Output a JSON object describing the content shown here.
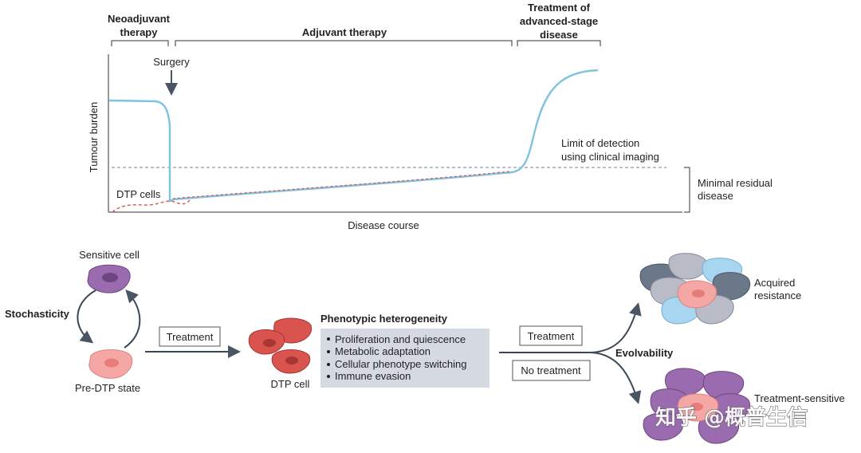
{
  "timeline": {
    "neoadjuvant": [
      "Neoadjuvant",
      "therapy"
    ],
    "adjuvant": "Adjuvant therapy",
    "advanced": [
      "Treatment of",
      "advanced-stage",
      "disease"
    ],
    "surgery": "Surgery",
    "y_axis": "Tumour burden",
    "x_axis": "Disease course",
    "dtp_cells": "DTP cells",
    "detection": [
      "Limit of detection",
      "using clinical imaging"
    ],
    "mrd": [
      "Minimal residual",
      "disease"
    ]
  },
  "bottom": {
    "sensitive_cell": "Sensitive cell",
    "stochasticity": "Stochasticity",
    "pre_dtp": "Pre-DTP state",
    "treatment_box": "Treatment",
    "dtp_cell": "DTP cell",
    "heterogeneity_title": "Phenotypic heterogeneity",
    "heterogeneity_items": [
      "Proliferation and quiescence",
      "Metabolic adaptation",
      "Cellular phenotype switching",
      "Immune evasion"
    ],
    "treatment_branch": "Treatment",
    "no_treatment_branch": "No treatment",
    "evolvability": "Evolvability",
    "acquired": [
      "Acquired",
      "resistance"
    ],
    "treatment_sensitive": "Treatment-sensitive",
    "watermark": "知乎 @概普生信"
  },
  "colors": {
    "curve": "#7fc3e0",
    "dtp_line": "#d9534f",
    "sensitive": "#9b6bb0",
    "pre_dtp": "#f4a7a4",
    "dtp": "#d9534f",
    "panel": "#d5dae2"
  }
}
